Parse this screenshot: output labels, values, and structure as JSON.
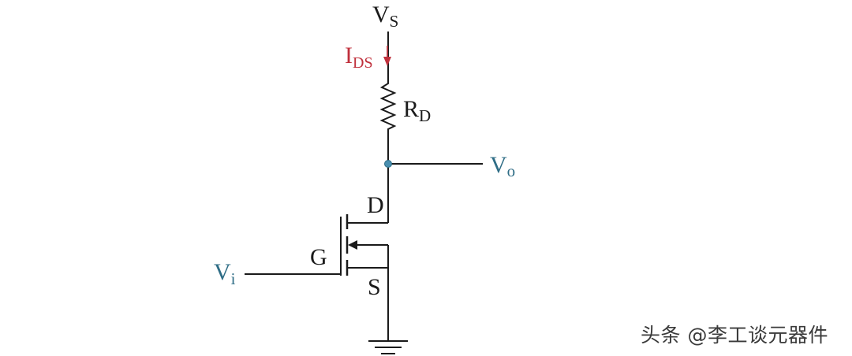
{
  "labels": {
    "vs_main": "V",
    "vs_sub": "S",
    "ids_main": "I",
    "ids_sub": "DS",
    "rd_main": "R",
    "rd_sub": "D",
    "vo_main": "V",
    "vo_sub": "o",
    "vi_main": "V",
    "vi_sub": "i",
    "drain": "D",
    "gate": "G",
    "source": "S"
  },
  "watermark": "头条 @李工谈元器件",
  "colors": {
    "wire": "#1a1a1a",
    "text": "#1a1a1a",
    "current": "#c0303c",
    "io_label": "#2f6d86",
    "node": "#4a8fb0"
  }
}
